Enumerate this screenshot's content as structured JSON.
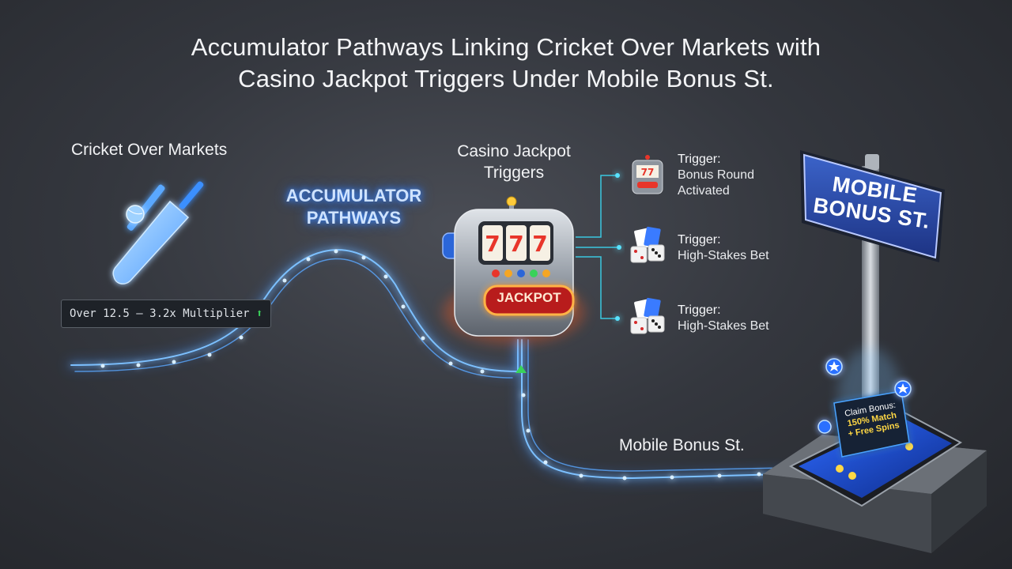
{
  "title": {
    "line1": "Accumulator Pathways Linking Cricket Over Markets with",
    "line2": "Casino Jackpot Triggers Under Mobile Bonus St."
  },
  "cricket": {
    "label": "Cricket Over Markets",
    "over_text": "Over 12.5 – 3.2x Multiplier",
    "up_glyph": "⬆"
  },
  "accumulator": {
    "line1": "ACCUMULATOR",
    "line2": "PATHWAYS"
  },
  "casino": {
    "line1": "Casino Jackpot",
    "line2": "Triggers",
    "jackpot": "JACKPOT",
    "reels": "777"
  },
  "triggers": [
    {
      "head": "Trigger:",
      "line1": "Bonus Round",
      "line2": "Activated",
      "icon": "slot-machine-icon"
    },
    {
      "head": "Trigger:",
      "line1": "High-Stakes Bet",
      "icon": "cards-dice-icon"
    },
    {
      "head": "Trigger:",
      "line1": "High-Stakes Bet",
      "icon": "cards-dice-icon"
    }
  ],
  "mobile": {
    "label": "Mobile Bonus St.",
    "sign_line1": "MOBILE",
    "sign_line2": "BONUS ST.",
    "claim_line1": "Claim Bonus:",
    "claim_line2": "150% Match",
    "claim_line3": "+ Free Spins"
  },
  "colors": {
    "glow": "#4aa3ff",
    "accent_red": "#e8352a",
    "accent_green": "#39d25a",
    "accent_gold": "#f5a623"
  }
}
